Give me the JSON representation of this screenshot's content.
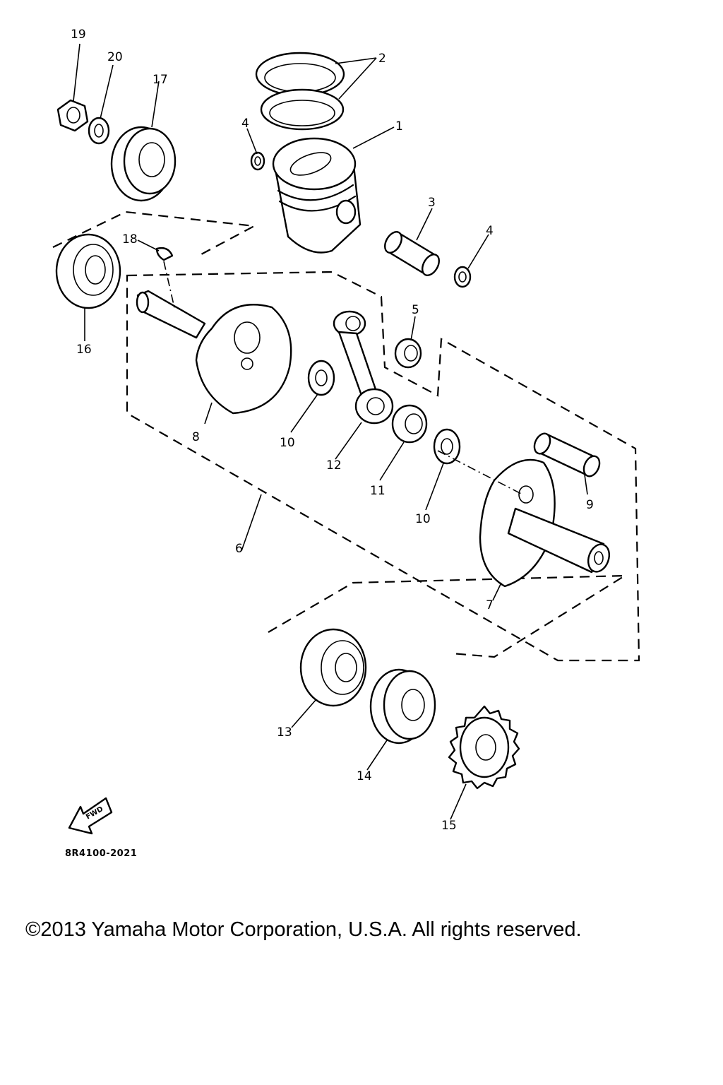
{
  "callouts": {
    "c1": "1",
    "c2": "2",
    "c3": "3",
    "c4a": "4",
    "c4b": "4",
    "c5": "5",
    "c6": "6",
    "c7": "7",
    "c8": "8",
    "c9": "9",
    "c10a": "10",
    "c10b": "10",
    "c11": "11",
    "c12": "12",
    "c13": "13",
    "c14": "14",
    "c15": "15",
    "c16": "16",
    "c17": "17",
    "c18": "18",
    "c19": "19",
    "c20": "20"
  },
  "fwd_label": "FWD",
  "diagram_code": "8R4100-2021",
  "copyright": "©2013 Yamaha Motor Corporation, U.S.A. All rights reserved."
}
